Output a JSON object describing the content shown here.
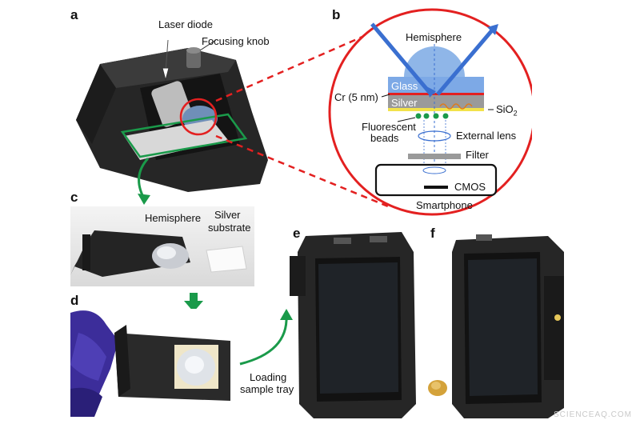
{
  "panels": {
    "a": "a",
    "b": "b",
    "c": "c",
    "d": "d",
    "e": "e",
    "f": "f"
  },
  "panel_a": {
    "laser_diode": "Laser diode",
    "focusing_knob": "Focusing knob"
  },
  "panel_b": {
    "hemisphere": "Hemisphere",
    "glass": "Glass",
    "silver": "Silver",
    "cr_layer": "Cr (5 nm)",
    "sio2_main": "SiO",
    "sio2_sub": "2",
    "fluorescent": "Fluorescent",
    "beads": "beads",
    "external_lens": "External lens",
    "filter": "Filter",
    "cmos": "CMOS",
    "smartphone": "Smartphone"
  },
  "panel_c": {
    "hemisphere": "Hemisphere",
    "silver_line1": "Silver",
    "silver_line2": "substrate"
  },
  "panel_d": {
    "loading_line1": "Loading",
    "loading_line2": "sample tray"
  },
  "watermark": "SCIENCEAQ.COM",
  "colors": {
    "red": "#e32020",
    "green": "#1a9a4a",
    "blue": "#3a6fd0",
    "glass": "#7da9e6",
    "silver": "#9a9a9a",
    "sio2": "#f2e24a"
  }
}
